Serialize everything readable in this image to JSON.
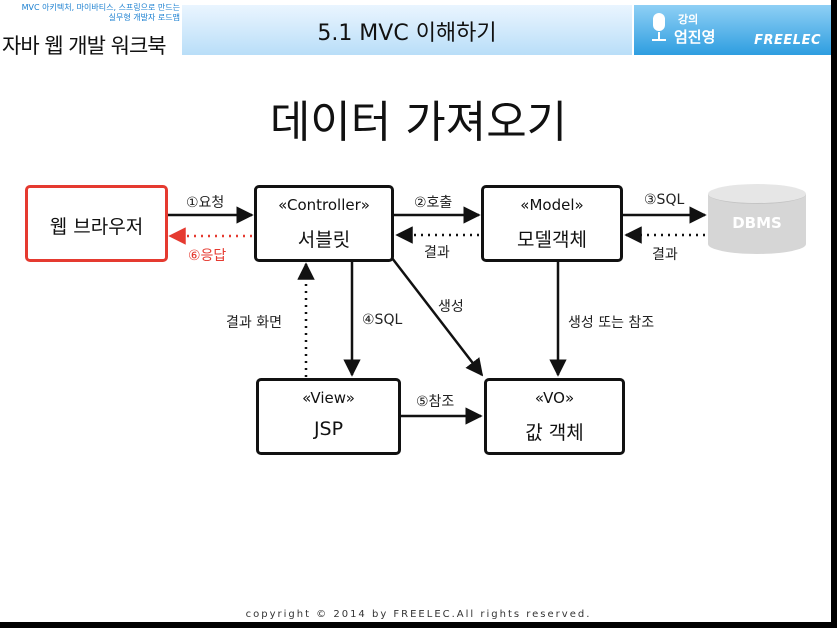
{
  "header": {
    "book_tagline_1": "MVC 아키텍처, 마이바티스, 스프링으로 만드는",
    "book_tagline_2": "실무형 개발자 로드맵",
    "book_title": "자바 웹 개발 워크북",
    "slide_number_title": "5.1 MVC 이해하기",
    "lecturer_label": "강의",
    "lecturer_name": "엄진영",
    "brand": "FREELEC"
  },
  "slide": {
    "title": "데이터 가져오기"
  },
  "diagram": {
    "nodes": {
      "browser": {
        "name": "웹 브라우저"
      },
      "servlet": {
        "stereotype": "«Controller»",
        "name": "서블릿"
      },
      "model": {
        "stereotype": "«Model»",
        "name": "모델객체"
      },
      "dbms": {
        "name": "DBMS"
      },
      "jsp": {
        "stereotype": "«View»",
        "name": "JSP"
      },
      "vo": {
        "stereotype": "«VO»",
        "name": "값 객체"
      }
    },
    "edges": {
      "request": "①요청",
      "response": "⑥응답",
      "call": "②호출",
      "result_model": "결과",
      "sql_db": "③SQL",
      "result_db": "결과",
      "create_servlet": "생성",
      "result_screen": "결과 화면",
      "sql_view": "④SQL",
      "create_or_ref": "생성 또는 참조",
      "reference": "⑤참조"
    },
    "colors": {
      "line": "#111111",
      "response": "#e53a30",
      "dbms": "#d6d6d6"
    }
  },
  "footer": {
    "copyright": "copyright © 2014 by FREELEC.All rights reserved."
  }
}
